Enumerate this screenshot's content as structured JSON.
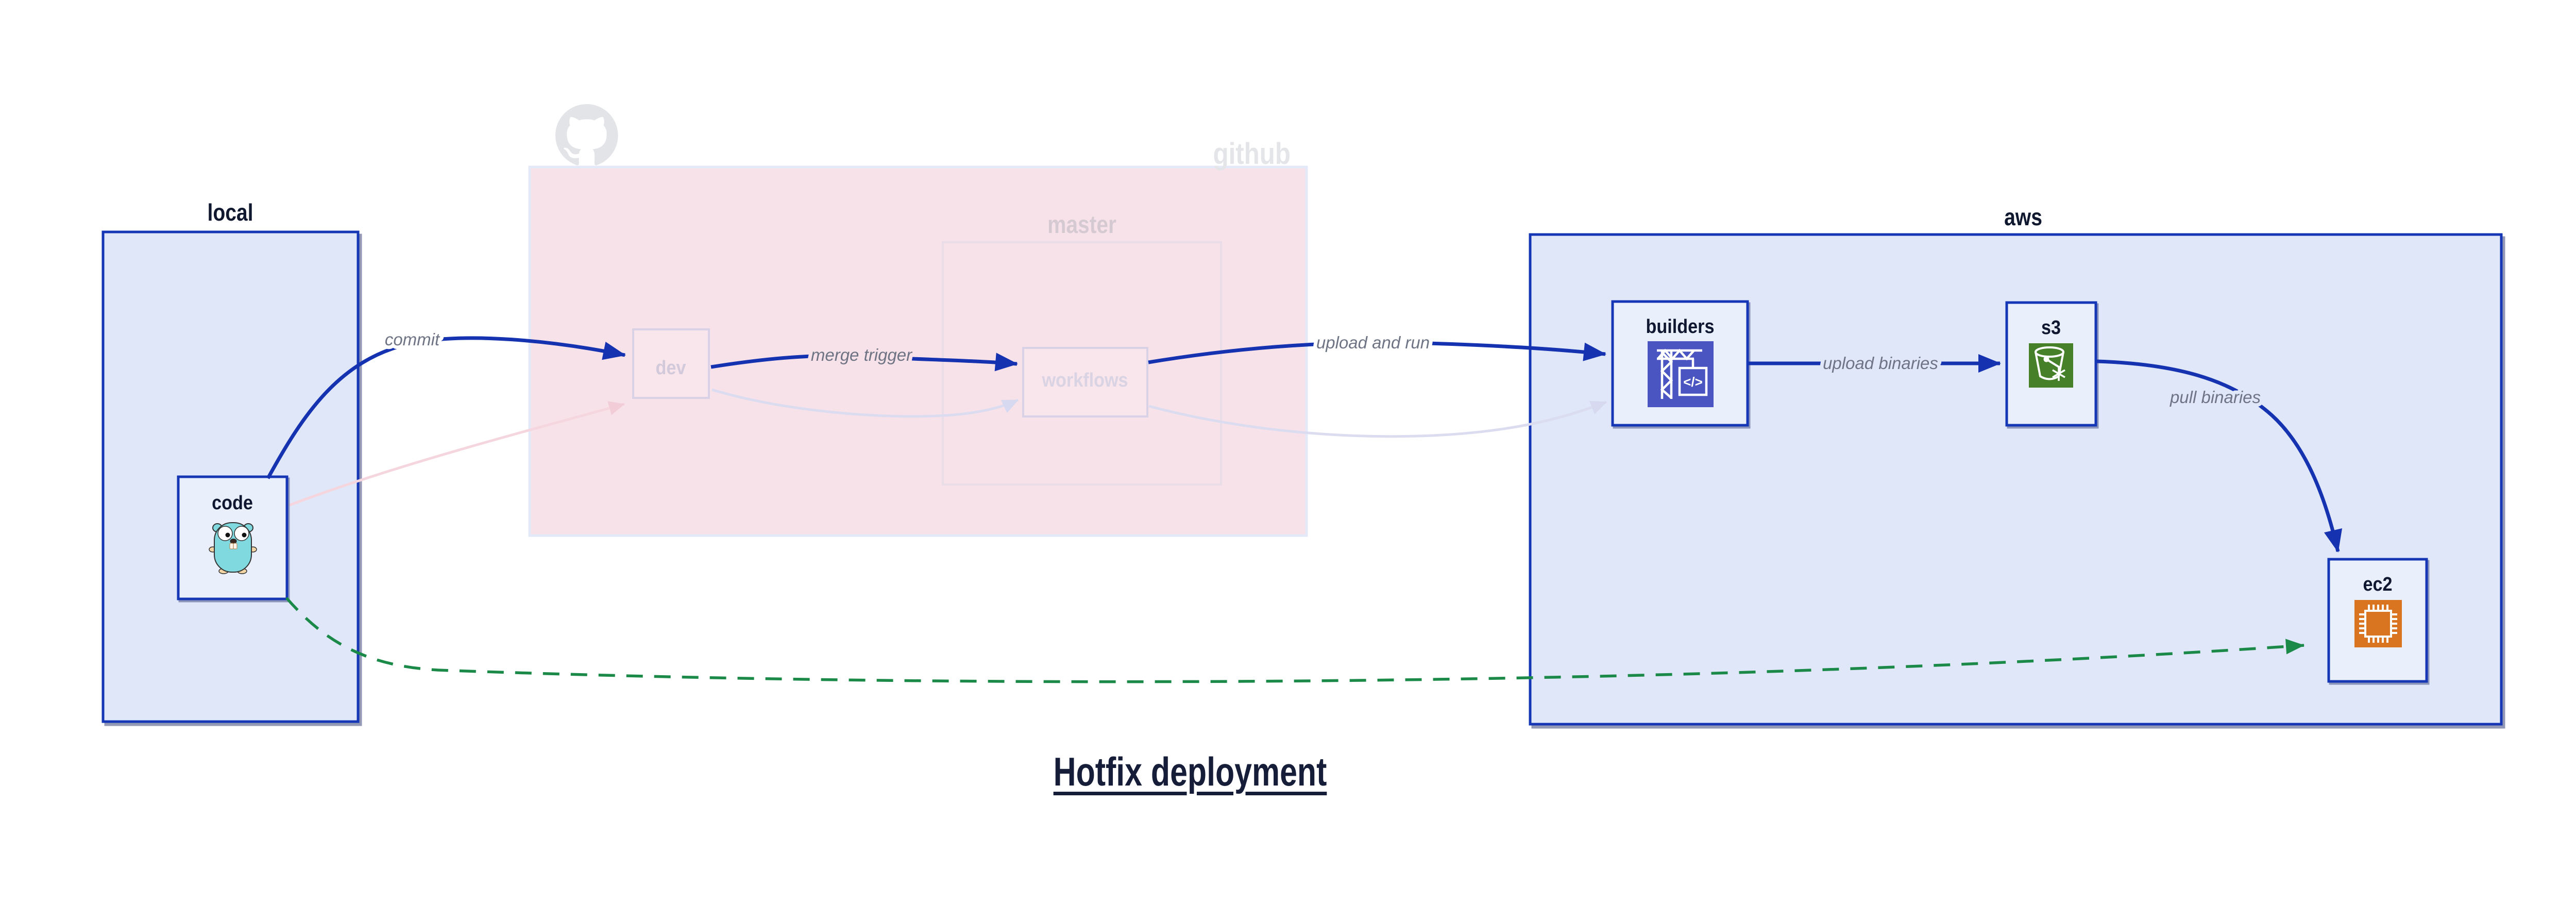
{
  "title": "Hotfix deployment",
  "groups": {
    "local": {
      "label": "local"
    },
    "github": {
      "label": "github",
      "master": {
        "label": "master"
      }
    },
    "aws": {
      "label": "aws"
    }
  },
  "nodes": {
    "code": {
      "label": "code",
      "icon": "go-gopher-icon"
    },
    "dev": {
      "label": "dev"
    },
    "workflows": {
      "label": "workflows"
    },
    "builders": {
      "label": "builders",
      "icon": "codebuild-crane-icon"
    },
    "s3": {
      "label": "s3",
      "icon": "s3-bucket-icon"
    },
    "ec2": {
      "label": "ec2",
      "icon": "ec2-chip-icon"
    }
  },
  "edges": {
    "commit": {
      "label": "commit"
    },
    "merge_trigger": {
      "label": "merge trigger"
    },
    "upload_and_run": {
      "label": "upload and run"
    },
    "upload_binaries": {
      "label": "upload binaries"
    },
    "pull_binaries": {
      "label": "pull binaries"
    },
    "hotfix_dashed": {
      "label": ""
    }
  },
  "icons": {
    "github_logo": "github-octocat-icon"
  },
  "colors": {
    "edge_blue": "#1532b0",
    "border_blue": "#1637b5",
    "hotfix_green": "#1b8a48",
    "faint_pink": "#f6d6de",
    "faint_lavender": "#dcdcf0",
    "local_fill": "#dfe7f9",
    "node_fill": "#eaeffc",
    "github_fill": "#f8e2e9",
    "github_border": "#e4e9f9",
    "pink_node_fill": "#f9e6ec",
    "pink_node_border": "#d9d2e6",
    "master_border": "#e9dee8",
    "navy_text": "#101830",
    "muted_label": "#6e7484",
    "ghost_text": "#e4e5e9",
    "pink_ghost_text": "#d5cbd9",
    "master_label": "#d6cad2",
    "gopher_teal": "#7fd9de",
    "codebuild_purple": "#4a55c2",
    "s3_green": "#46812a",
    "ec2_orange": "#d97520",
    "title_navy": "#151d39"
  }
}
